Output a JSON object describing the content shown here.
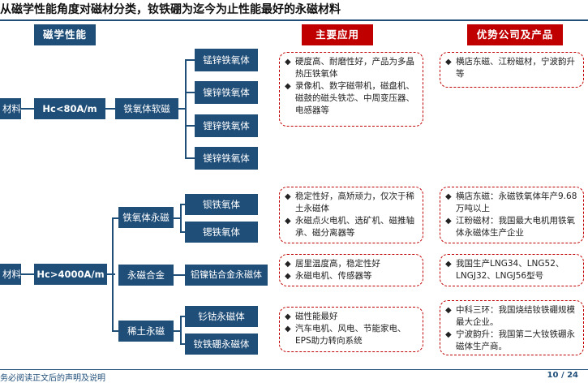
{
  "title": "从磁学性能角度对磁材分类，钕铁硼为迄今为止性能最好的永磁材料",
  "headers": {
    "col1": "磁学性能",
    "col2": "主要应用",
    "col3": "优势公司及产品"
  },
  "groups": [
    {
      "root": "软磁材料",
      "root_visible": "材料",
      "criterion": "Hc<80A/m",
      "type": "铁氧体软磁",
      "subtypes": [
        "锰锌铁氧体",
        "镍锌铁氧体",
        "锂锌铁氧体",
        "镁锌铁氧体"
      ],
      "applications": [
        "硬度高、耐磨性好，产品为多晶热压铁氧体",
        "录像机、数字磁带机，磁盘机、磁鼓的磁头铁芯、中周变压器、电感器等"
      ],
      "companies": [
        "横店东磁、江粉磁材，宁波韵升等"
      ]
    },
    {
      "root": "永磁材料",
      "root_visible": "材料",
      "criterion": "Hc>4000A/m",
      "types": [
        {
          "name": "铁氧体永磁",
          "subtypes": [
            "钡铁氧体",
            "锶铁氧体"
          ],
          "applications": [
            "稳定性好，高矫顽力，仅次于稀土永磁体",
            "永磁点火电机、选矿机、磁推轴承、磁分离器等"
          ],
          "companies": [
            "横店东磁：永磁铁氧体年产9.68万吨以上",
            "江粉磁材：我国最大电机用铁氧体永磁体生产企业"
          ]
        },
        {
          "name": "永磁合金",
          "subtypes": [
            "铝镍钴合金永磁体"
          ],
          "applications": [
            "居里温度高，稳定性好",
            "永磁电机、传感器等"
          ],
          "companies": [
            "我国生产LNG34、LNG52、LNGJ32、LNGJ56型号"
          ]
        },
        {
          "name": "稀土永磁",
          "subtypes": [
            "钐钴永磁体",
            "钕铁硼永磁体"
          ],
          "applications": [
            "磁性能最好",
            "汽车电机、风电、节能家电、EPS助力转向系统"
          ],
          "companies": [
            "中科三环：我国烧结钕铁硼规模最大企业。",
            "宁波韵升：我国第二大钕铁硼永磁体生产商。"
          ]
        }
      ]
    }
  ],
  "footer": {
    "left": "请务必阅读正文后的声明及说明",
    "left_visible": "务必阅读正文后的声明及说明",
    "page": "10 / 24"
  },
  "colors": {
    "primary": "#1f4e79",
    "accent": "#c00000"
  }
}
